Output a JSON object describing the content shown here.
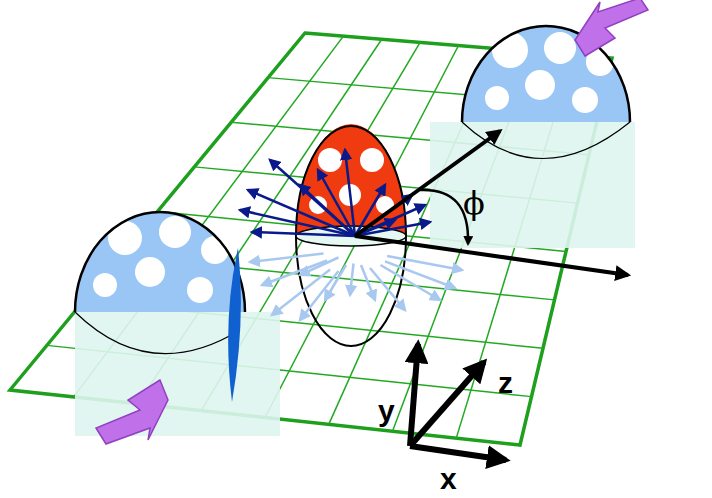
{
  "diagram": {
    "labels": [
      "ϕ",
      "y",
      "z",
      "x"
    ]
  }
}
